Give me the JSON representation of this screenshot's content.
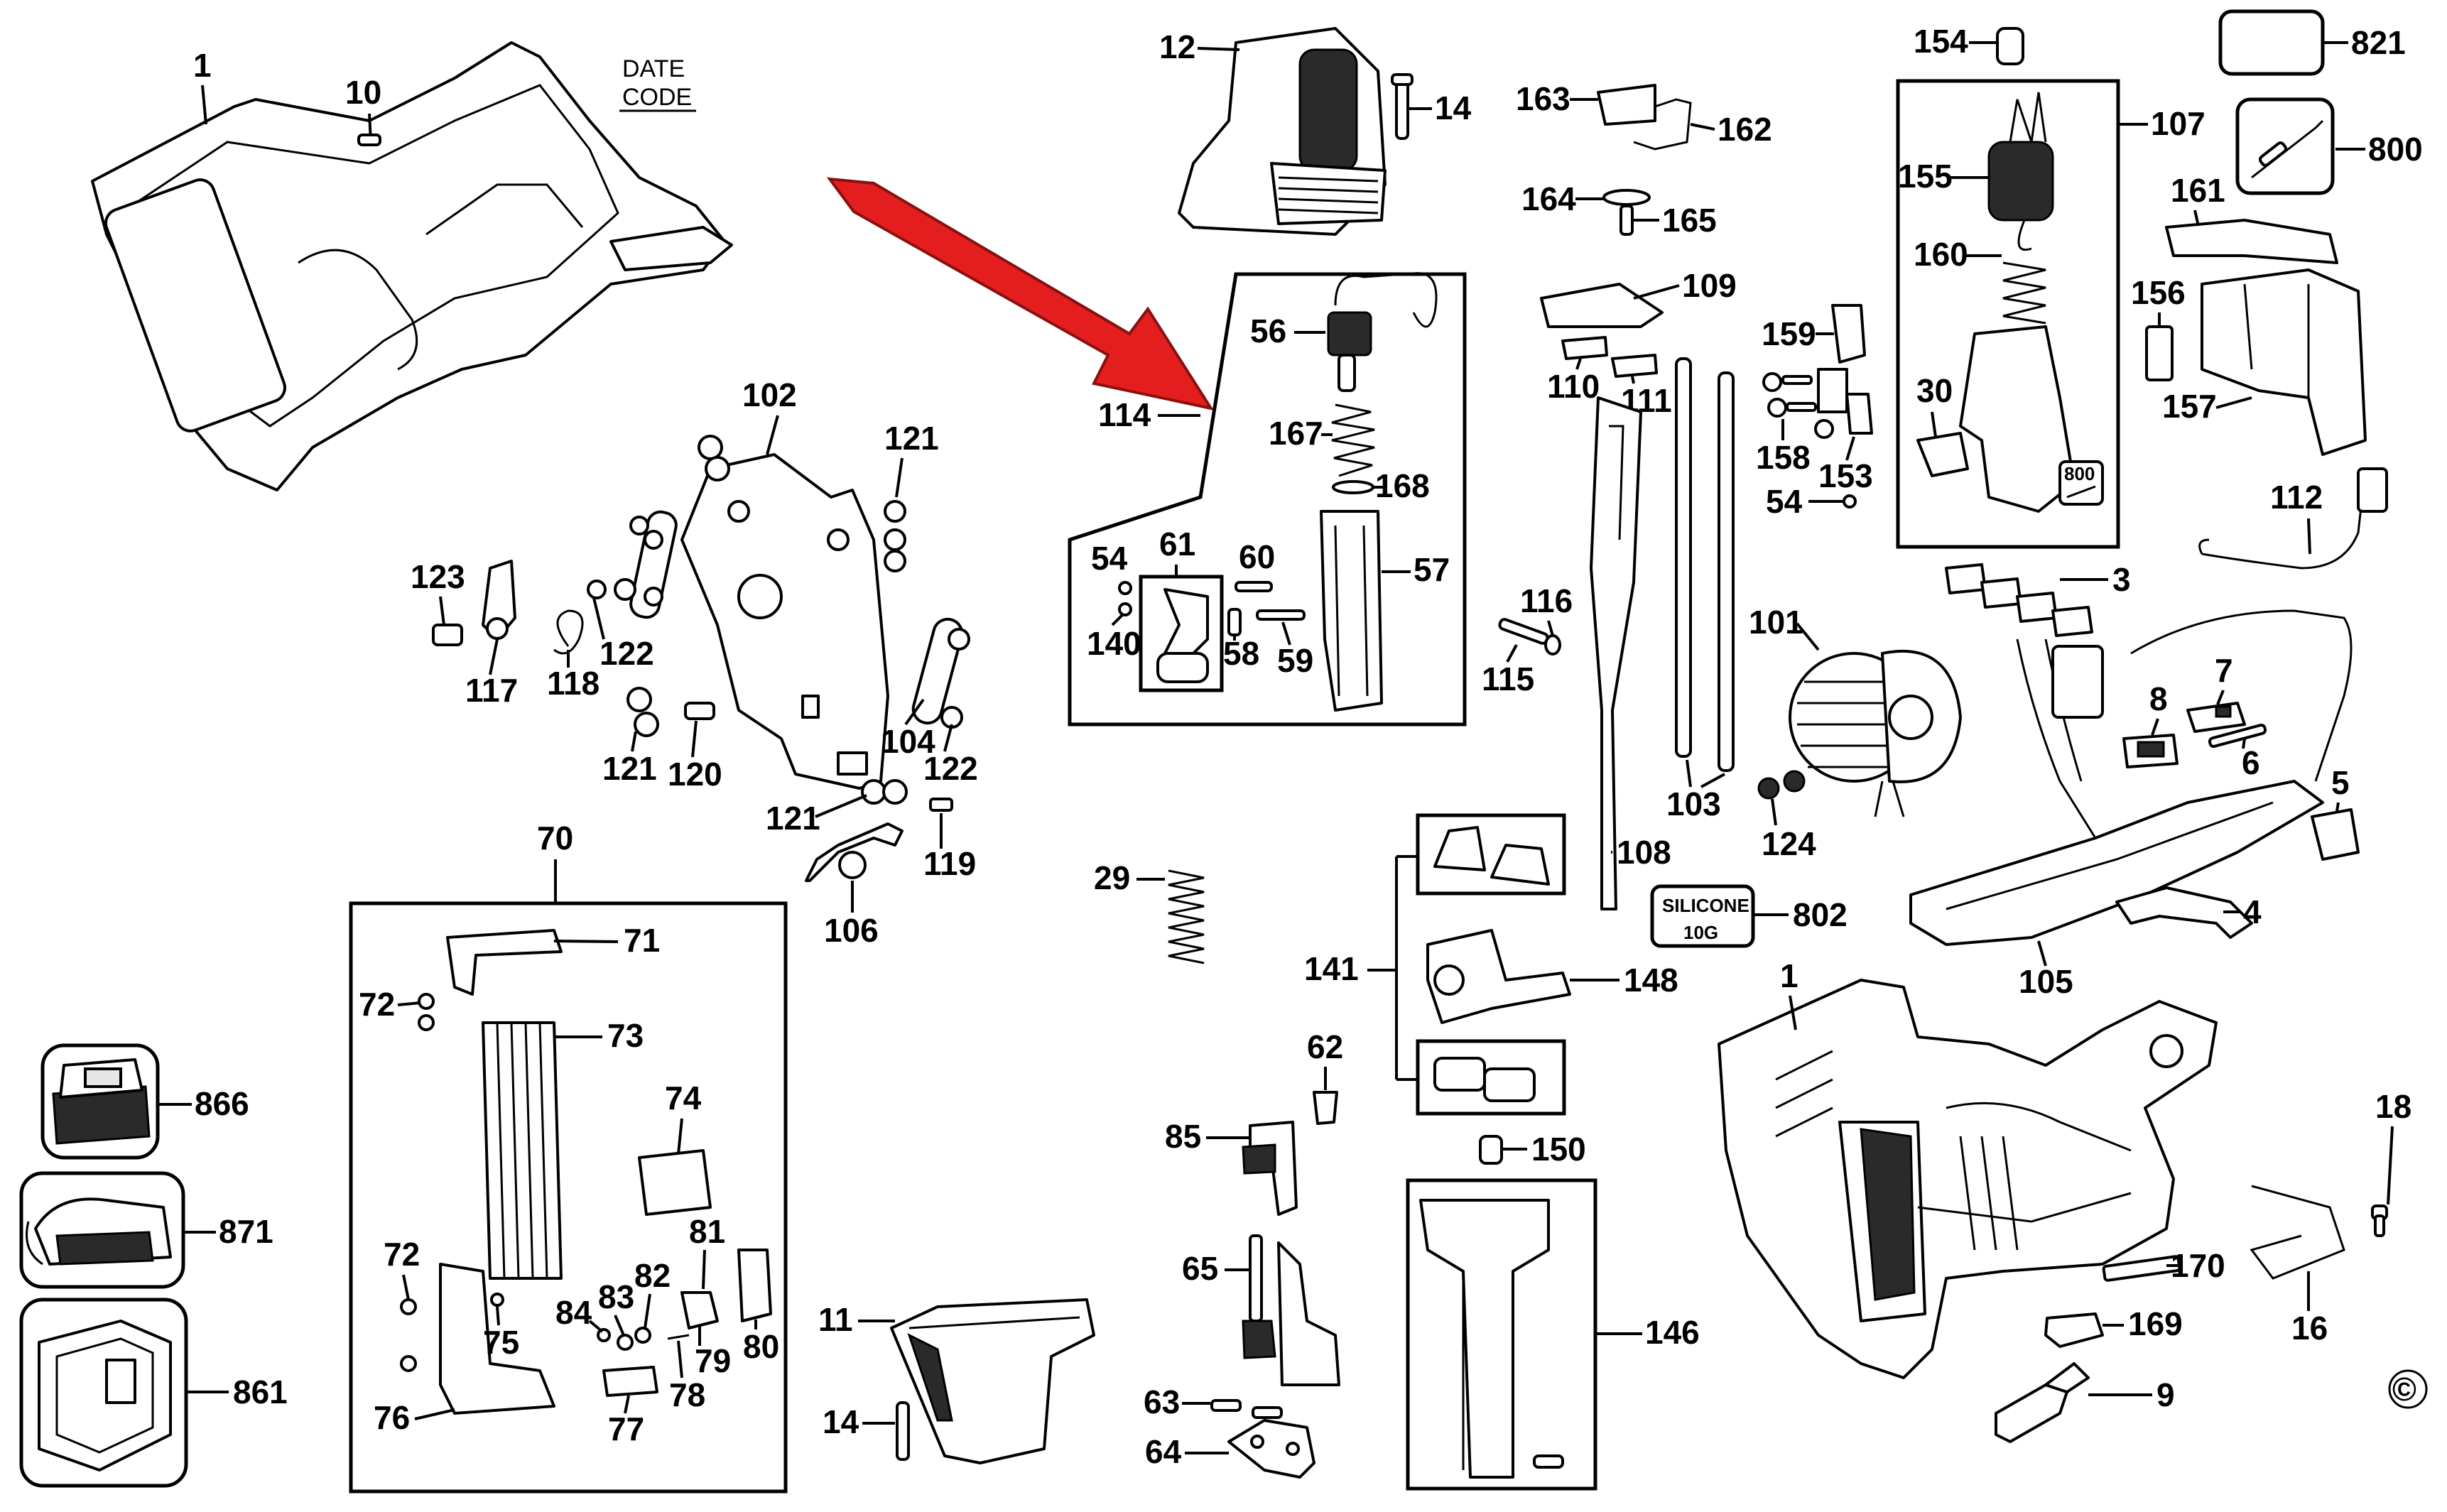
{
  "colors": {
    "ink": "#000000",
    "paper": "#ffffff",
    "arrow": "#e41e1e"
  },
  "date_code_line1": "DATE",
  "date_code_line2": "CODE",
  "silicone_line1": "SILICONE",
  "silicone_line2": "10G",
  "copyright": "©",
  "labels": {
    "p1": "1",
    "p1b": "1",
    "p3": "3",
    "p4": "4",
    "p5": "5",
    "p6": "6",
    "p7": "7",
    "p8": "8",
    "p9": "9",
    "p10": "10",
    "p11": "11",
    "p12": "12",
    "p14a": "14",
    "p14b": "14",
    "p16": "16",
    "p18": "18",
    "p29": "29",
    "p30": "30",
    "p54a": "54",
    "p54b": "54",
    "p56": "56",
    "p57": "57",
    "p58": "58",
    "p59": "59",
    "p60": "60",
    "p61": "61",
    "p62": "62",
    "p63": "63",
    "p64": "64",
    "p65": "65",
    "p70": "70",
    "p71": "71",
    "p72a": "72",
    "p72b": "72",
    "p73": "73",
    "p74": "74",
    "p75": "75",
    "p76": "76",
    "p77": "77",
    "p78": "78",
    "p79": "79",
    "p80": "80",
    "p81": "81",
    "p82": "82",
    "p83": "83",
    "p84": "84",
    "p85": "85",
    "p101": "101",
    "p102": "102",
    "p103": "103",
    "p104": "104",
    "p105": "105",
    "p106": "106",
    "p107": "107",
    "p108": "108",
    "p109": "109",
    "p110": "110",
    "p111": "111",
    "p112": "112",
    "p114": "114",
    "p115": "115",
    "p116": "116",
    "p117": "117",
    "p118": "118",
    "p119": "119",
    "p120": "120",
    "p121a": "121",
    "p121b": "121",
    "p121c": "121",
    "p122a": "122",
    "p122b": "122",
    "p123": "123",
    "p124": "124",
    "p140": "140",
    "p141": "141",
    "p146": "146",
    "p148": "148",
    "p150": "150",
    "p153": "153",
    "p154": "154",
    "p155": "155",
    "p156": "156",
    "p157": "157",
    "p158": "158",
    "p159": "159",
    "p160": "160",
    "p161": "161",
    "p162": "162",
    "p163": "163",
    "p164": "164",
    "p165": "165",
    "p167": "167",
    "p168": "168",
    "p169": "169",
    "p170": "170",
    "p800": "800",
    "p802": "802",
    "p821": "821",
    "p861": "861",
    "p866": "866",
    "p871": "871"
  },
  "small_800_tag": "800"
}
